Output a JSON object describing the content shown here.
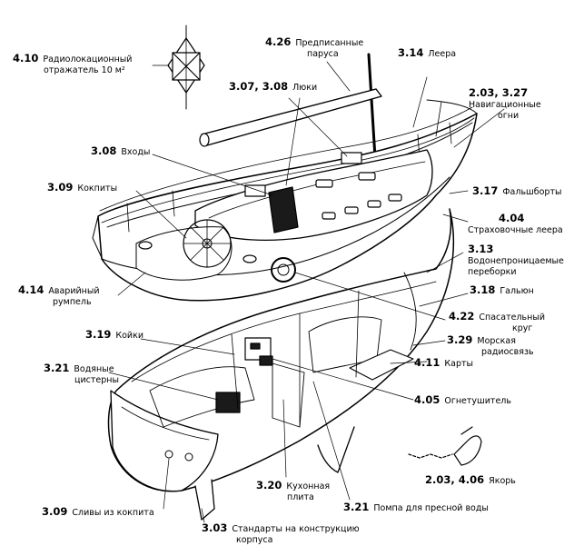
{
  "labels": [
    {
      "id": "4-10",
      "num": "4.10",
      "text": [
        "Радиолокационный",
        "отражатель 10 м²"
      ]
    },
    {
      "id": "4-26",
      "num": "4.26",
      "text": [
        "Предписанные",
        "паруса"
      ]
    },
    {
      "id": "3-14",
      "num": "3.14",
      "text": [
        "Леера"
      ]
    },
    {
      "id": "3-07-3-08",
      "num": "3.07, 3.08",
      "text": [
        "Люки"
      ]
    },
    {
      "id": "2-03-3-27",
      "num": "2.03, 3.27",
      "text": [
        "Навигационные",
        "огни"
      ]
    },
    {
      "id": "3-08",
      "num": "3.08",
      "text": [
        "Входы"
      ]
    },
    {
      "id": "3-09-top",
      "num": "3.09",
      "text": [
        "Кокпиты"
      ]
    },
    {
      "id": "3-17",
      "num": "3.17",
      "text": [
        "Фальшборты"
      ]
    },
    {
      "id": "4-04",
      "num": "4.04",
      "text": [
        "Страховочные леера"
      ]
    },
    {
      "id": "3-13",
      "num": "3.13",
      "text": [
        "Водонепроницаемые",
        "переборки"
      ]
    },
    {
      "id": "4-14",
      "num": "4.14",
      "text": [
        "Аварийный",
        "румпель"
      ]
    },
    {
      "id": "3-18",
      "num": "3.18",
      "text": [
        "Гальюн"
      ]
    },
    {
      "id": "4-22",
      "num": "4.22",
      "text": [
        "Спасательный",
        "круг"
      ]
    },
    {
      "id": "3-19",
      "num": "3.19",
      "text": [
        "Койки"
      ]
    },
    {
      "id": "3-29",
      "num": "3.29",
      "text": [
        "Морская",
        "радиосвязь"
      ]
    },
    {
      "id": "3-21-top",
      "num": "3.21",
      "text": [
        "Водяные",
        "цистерны"
      ]
    },
    {
      "id": "4-11",
      "num": "4.11",
      "text": [
        "Карты"
      ]
    },
    {
      "id": "4-05",
      "num": "4.05",
      "text": [
        "Огнетушитель"
      ]
    },
    {
      "id": "2-03-4-06",
      "num": "2.03, 4.06",
      "text": [
        "Якорь"
      ]
    },
    {
      "id": "3-20",
      "num": "3.20",
      "text": [
        "Кухонная",
        "плита"
      ]
    },
    {
      "id": "3-09-bottom",
      "num": "3.09",
      "text": [
        "Сливы из кокпита"
      ]
    },
    {
      "id": "3-21-bottom",
      "num": "3.21",
      "text": [
        "Помпа для пресной воды"
      ]
    },
    {
      "id": "3-03",
      "num": "3.03",
      "text": [
        "Стандарты на конструкцию",
        "корпуса"
      ]
    }
  ],
  "colors": {
    "ink": "#000000",
    "paper": "#ffffff"
  }
}
